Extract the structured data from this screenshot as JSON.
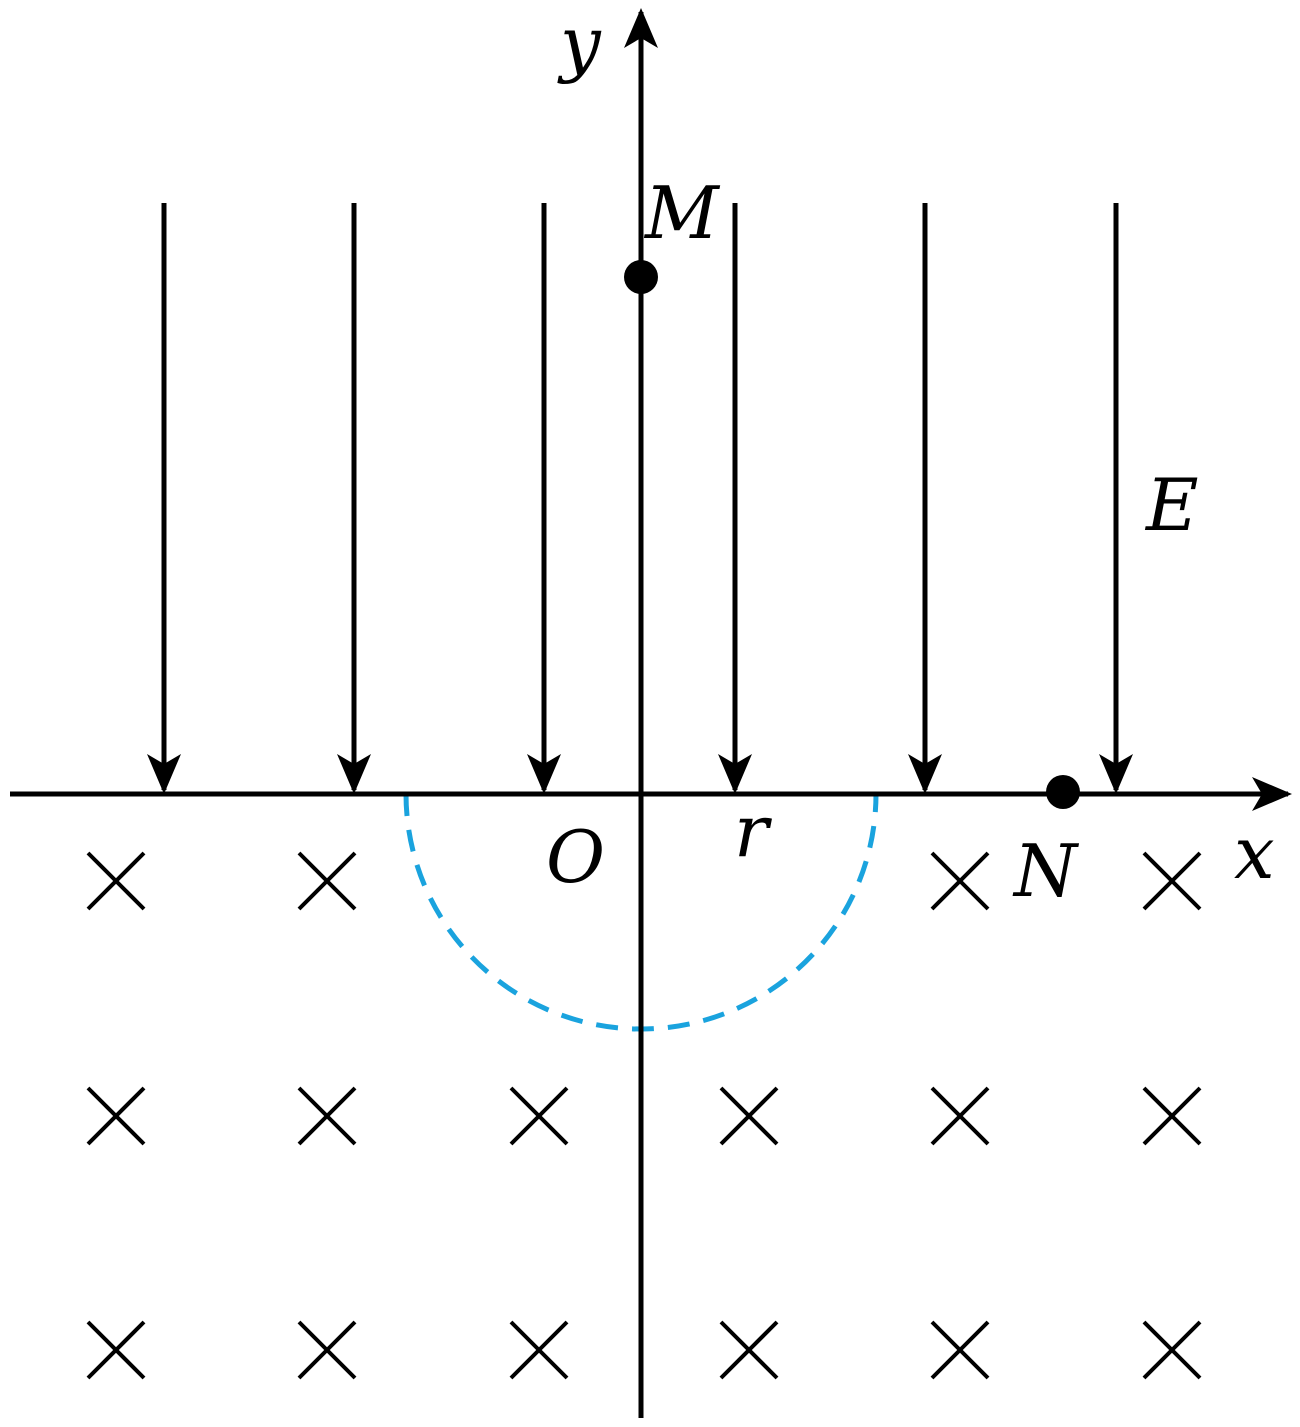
{
  "labels": {
    "y_axis": "y",
    "x_axis": "x",
    "origin": "O",
    "point_m": "M",
    "point_n": "N",
    "radius": "r",
    "field": "E"
  },
  "colors": {
    "ink": "#000000",
    "boundary_dashed": "#1aa3de"
  },
  "field": {
    "direction": "down",
    "arrow_count": 6,
    "region": "above-x-axis"
  },
  "magnetic_field": {
    "direction": "into-page",
    "symbol": "cross",
    "rows": 3,
    "columns": 6,
    "region": "below-x-axis"
  },
  "boundary": {
    "shape": "semicircle",
    "style": "dashed",
    "center": "O",
    "side": "below-x-axis"
  }
}
